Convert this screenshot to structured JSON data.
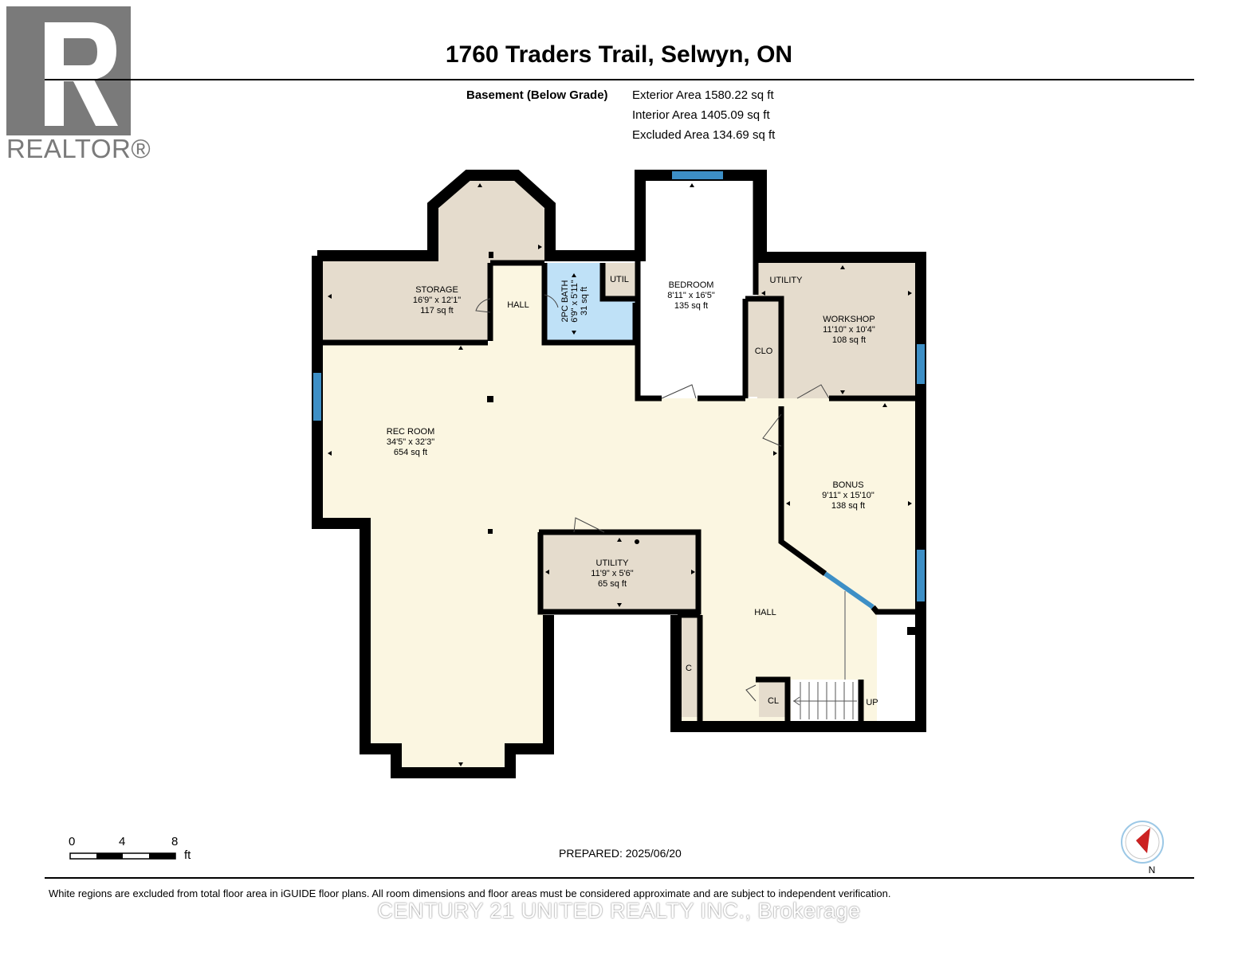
{
  "header": {
    "title": "1760 Traders Trail, Selwyn, ON",
    "level_label": "Basement (Below Grade)",
    "areas": [
      "Exterior Area 1580.22 sq ft",
      "Interior Area 1405.09 sq ft",
      "Excluded Area 134.69 sq ft"
    ]
  },
  "logo": {
    "text": "REALTOR®",
    "name": "realtor-logo"
  },
  "rooms": {
    "storage": {
      "name": "STORAGE",
      "dims": "16'9\" x 12'1\"",
      "area": "117 sq ft"
    },
    "hall_top": {
      "name": "HALL"
    },
    "bath": {
      "name": "2PC BATH",
      "dims": "6'9\" x 5'11\"",
      "area": "31 sq ft"
    },
    "util": {
      "name": "UTIL"
    },
    "bedroom": {
      "name": "BEDROOM",
      "dims": "8'11\" x 16'5\"",
      "area": "135 sq ft"
    },
    "utility_top": {
      "name": "UTILITY"
    },
    "workshop": {
      "name": "WORKSHOP",
      "dims": "11'10\" x 10'4\"",
      "area": "108 sq ft"
    },
    "clo": {
      "name": "CLO"
    },
    "rec_room": {
      "name": "REC ROOM",
      "dims": "34'5\" x 32'3\"",
      "area": "654 sq ft"
    },
    "bonus": {
      "name": "BONUS",
      "dims": "9'11\" x 15'10\"",
      "area": "138 sq ft"
    },
    "utility": {
      "name": "UTILITY",
      "dims": "11'9\" x 5'6\"",
      "area": "65 sq ft"
    },
    "hall_bottom": {
      "name": "HALL"
    },
    "c": {
      "name": "C"
    },
    "cl": {
      "name": "CL"
    },
    "up": {
      "name": "UP"
    }
  },
  "scale": {
    "ticks": [
      "0",
      "4",
      "8"
    ],
    "unit": "ft"
  },
  "compass": {
    "label": "N",
    "icon": "compass-icon"
  },
  "footer": {
    "prepared": "PREPARED: 2025/06/20",
    "disclaimer": "White regions are excluded from total floor area in iGUIDE floor plans. All room dimensions and floor areas must be considered approximate and are subject to independent verification.",
    "watermark": "CENTURY 21 UNITED REALTY INC., Brokerage"
  },
  "colors": {
    "rec_fill": "#fbf6e1",
    "storage_fill": "#e5dccd",
    "bath_fill": "#bfe1f7",
    "window": "#3d8fc6",
    "wall": "#000000"
  }
}
